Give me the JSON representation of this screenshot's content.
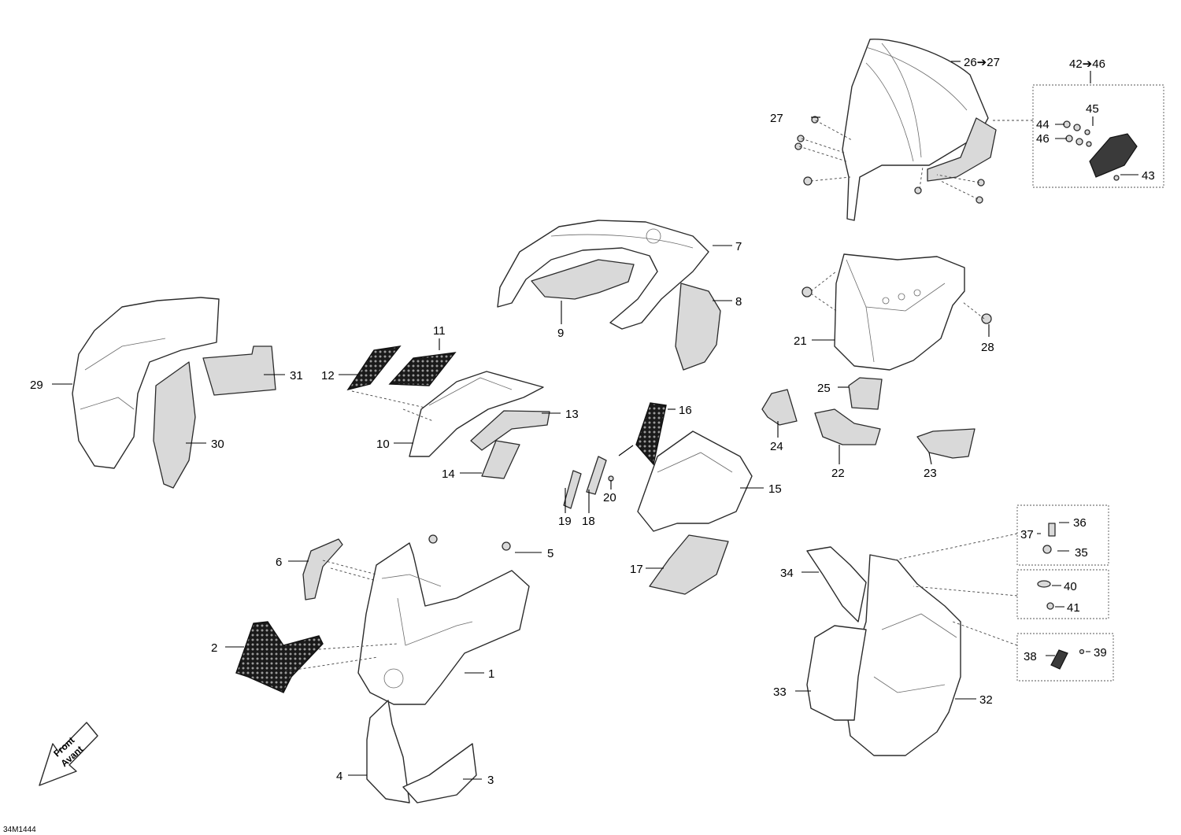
{
  "document_id": "34M1444",
  "front_arrow": {
    "line1": "Front",
    "line2": "Avant"
  },
  "callouts": {
    "c1": "1",
    "c2": "2",
    "c3": "3",
    "c4": "4",
    "c5": "5",
    "c6": "6",
    "c7": "7",
    "c8": "8",
    "c9": "9",
    "c10": "10",
    "c11": "11",
    "c12": "12",
    "c13": "13",
    "c14": "14",
    "c15": "15",
    "c16": "16",
    "c17": "17",
    "c18": "18",
    "c19": "19",
    "c20": "20",
    "c21": "21",
    "c22": "22",
    "c23": "23",
    "c24": "24",
    "c25": "25",
    "c26": "26➔27",
    "c27": "27",
    "c28": "28",
    "c29": "29",
    "c30": "30",
    "c31": "31",
    "c32": "32",
    "c33": "33",
    "c34": "34",
    "c35": "35",
    "c36": "36",
    "c37": "37",
    "c38": "38",
    "c39": "39",
    "c40": "40",
    "c41": "41",
    "c42": "42➔46",
    "c43": "43",
    "c44": "44",
    "c45": "45",
    "c46": "46"
  }
}
